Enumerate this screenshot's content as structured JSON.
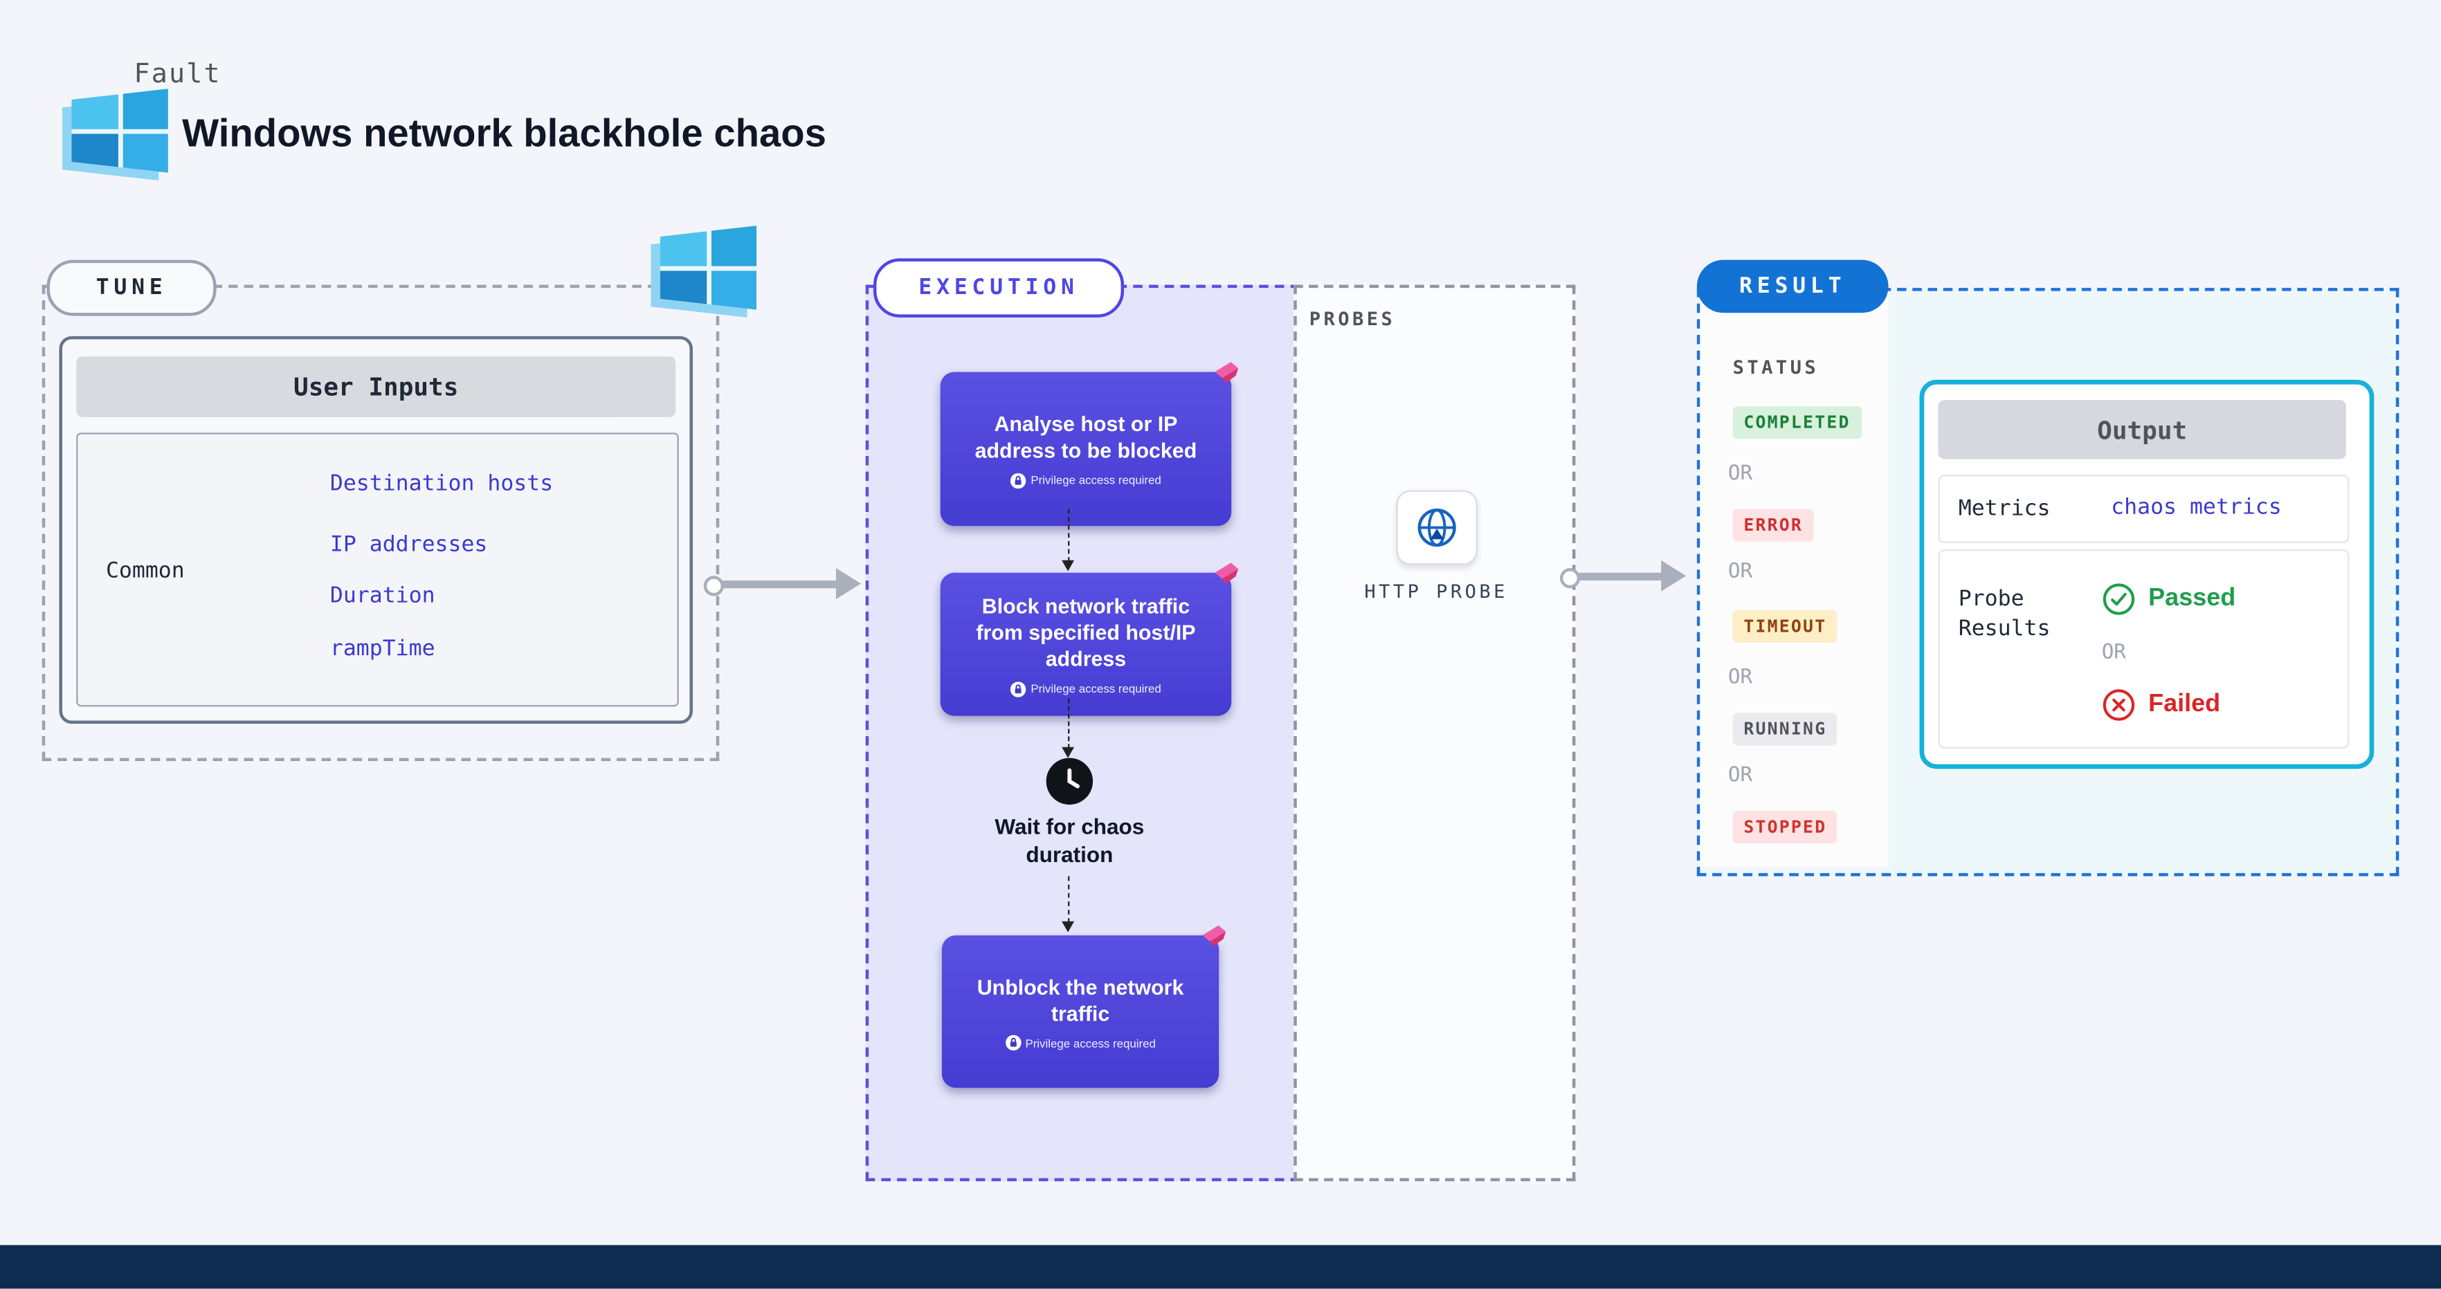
{
  "header": {
    "kicker": "Fault",
    "title": "Windows network blackhole chaos"
  },
  "tune": {
    "label": "TUNE",
    "user_inputs": {
      "title": "User Inputs",
      "row_label": "Common",
      "links": [
        "Destination hosts",
        "IP addresses",
        "Duration",
        "rampTime"
      ]
    }
  },
  "execution": {
    "label": "EXECUTION",
    "probes_label": "PROBES",
    "probe_label": "HTTP PROBE",
    "steps": [
      {
        "title": "Analyse host or IP address to be blocked",
        "badge": "Privilege access required"
      },
      {
        "title": "Block network traffic from specified host/IP address",
        "badge": "Privilege access required"
      },
      {
        "title": "Wait for chaos duration"
      },
      {
        "title": "Unblock the network traffic",
        "badge": "Privilege access required"
      }
    ]
  },
  "result": {
    "label": "RESULT",
    "status_title": "STATUS",
    "or": "OR",
    "statuses": [
      {
        "label": "COMPLETED",
        "type": "completed"
      },
      {
        "label": "ERROR",
        "type": "error"
      },
      {
        "label": "TIMEOUT",
        "type": "timeout"
      },
      {
        "label": "RUNNING",
        "type": "running"
      },
      {
        "label": "STOPPED",
        "type": "stopped"
      }
    ],
    "output": {
      "title": "Output",
      "metrics_label": "Metrics",
      "metrics_link": "chaos metrics",
      "probe_results_label": "Probe Results",
      "passed_label": "Passed",
      "failed_label": "Failed"
    }
  },
  "colors": {
    "step_purple": "#4a43d6",
    "result_blue": "#1273d4",
    "output_border": "#17b1d8",
    "link_indigo": "#3a3ad0",
    "completed_green": "#1a7f37",
    "error_red": "#d03030",
    "timeout_amber": "#92400e",
    "footer_navy": "#0e2c50"
  }
}
